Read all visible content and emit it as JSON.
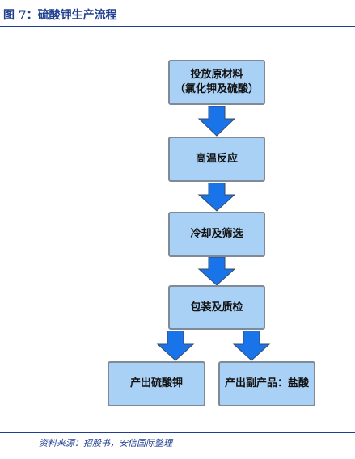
{
  "figure": {
    "title": "图 7：硫酸钾生产流程",
    "source": "资料来源：招股书，安信国际整理"
  },
  "diagram": {
    "steps": [
      {
        "line1": "投放原材料",
        "line2": "（氯化钾及硫酸）"
      },
      {
        "line1": "高温反应"
      },
      {
        "line1": "冷却及筛选"
      },
      {
        "line1": "包装及质检"
      }
    ],
    "outputs": [
      {
        "label": "产出硫酸钾"
      },
      {
        "label": "产出副产品：盐酸"
      }
    ]
  },
  "colors": {
    "box_fill": "#a9d0f5",
    "box_border": "#7f8a96",
    "arrow_fill": "#1874e8",
    "title_color": "#1f3f8f"
  }
}
